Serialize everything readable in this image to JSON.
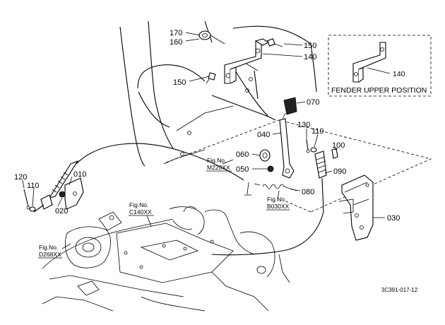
{
  "part_callouts": [
    {
      "id": "170",
      "label": "170"
    },
    {
      "id": "160",
      "label": "160"
    },
    {
      "id": "150a",
      "label": "150"
    },
    {
      "id": "140",
      "label": "140"
    },
    {
      "id": "150b",
      "label": "150"
    },
    {
      "id": "070",
      "label": "070"
    },
    {
      "id": "040",
      "label": "040"
    },
    {
      "id": "130",
      "label": "130"
    },
    {
      "id": "110a",
      "label": "110"
    },
    {
      "id": "100",
      "label": "100"
    },
    {
      "id": "060",
      "label": "060"
    },
    {
      "id": "050",
      "label": "050"
    },
    {
      "id": "090",
      "label": "090"
    },
    {
      "id": "080",
      "label": "080"
    },
    {
      "id": "030",
      "label": "030"
    },
    {
      "id": "120",
      "label": "120"
    },
    {
      "id": "110b",
      "label": "110"
    },
    {
      "id": "010",
      "label": "010"
    },
    {
      "id": "020",
      "label": "020"
    }
  ],
  "inset": {
    "part_label": "140",
    "caption": "FENDER UPPER POSITION"
  },
  "figure_refs": [
    {
      "line1": "Fig.No.",
      "line2": "M220XX"
    },
    {
      "line1": "Fig.No.",
      "line2": "B030XX"
    },
    {
      "line1": "Fig.No.",
      "line2": "C140XX"
    },
    {
      "line1": "Fig.No.",
      "line2": "D268XX"
    }
  ],
  "drawing_code": "3C391-017-12"
}
